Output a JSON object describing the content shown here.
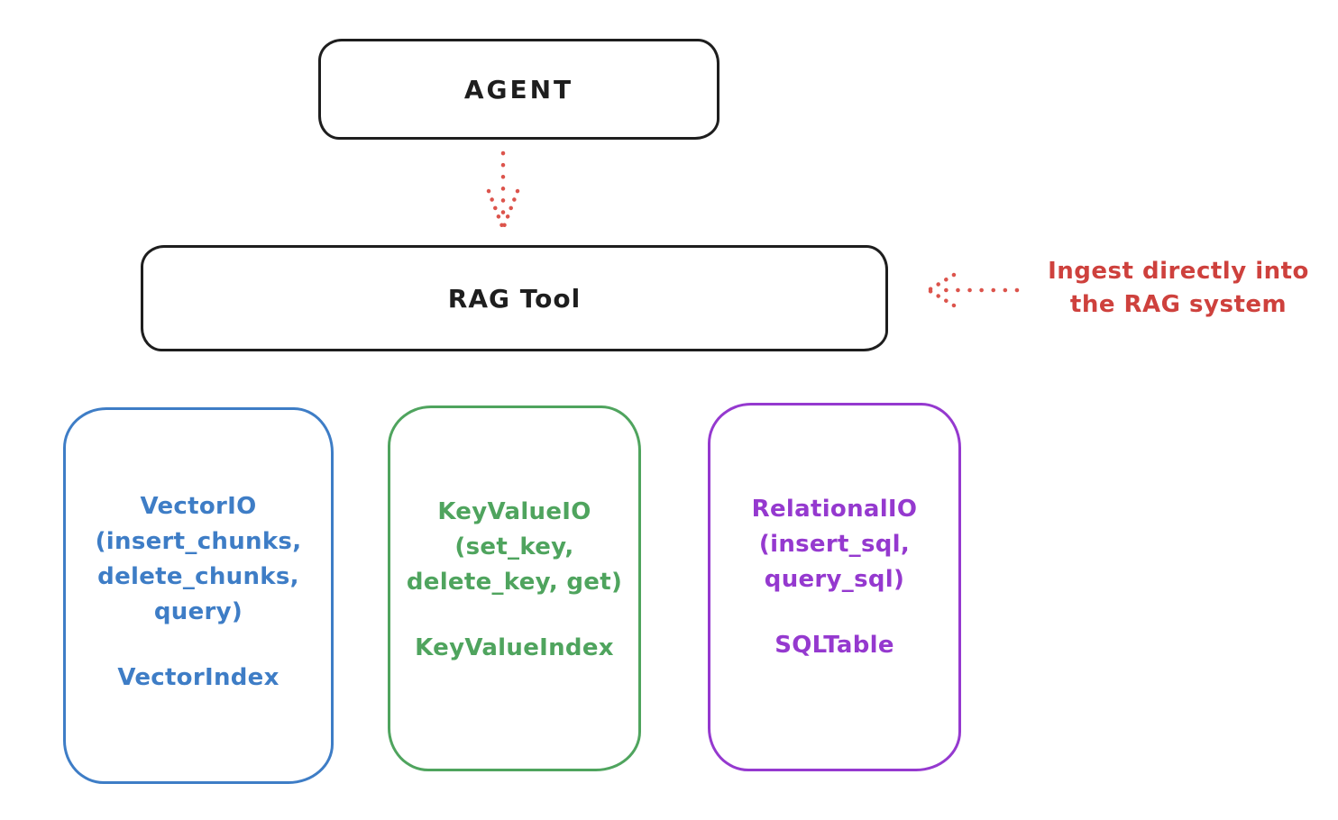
{
  "nodes": {
    "agent": {
      "label": "AGENT",
      "stroke": "#1e1e1e"
    },
    "rag_tool": {
      "label": "RAG Tool",
      "stroke": "#1e1e1e"
    }
  },
  "annotation": {
    "text": "Ingest directly into\nthe RAG system",
    "color": "#ce413d"
  },
  "arrows": {
    "color": "#dc544c",
    "agent_to_rag_tool": "dotted-down-arrow",
    "ingest_into_rag": "dotted-left-arrow"
  },
  "io_boxes": [
    {
      "name": "vector-io",
      "color": "#3e7dc6",
      "body": "VectorIO\n(insert_chunks,\ndelete_chunks,\nquery)",
      "index": "VectorIndex"
    },
    {
      "name": "keyvalue-io",
      "color": "#4fa45e",
      "body": "KeyValueIO\n(set_key,\ndelete_key, get)",
      "index": "KeyValueIndex"
    },
    {
      "name": "relational-io",
      "color": "#9539cf",
      "body": "RelationalIO\n(insert_sql,\nquery_sql)",
      "index": "SQLTable"
    }
  ]
}
